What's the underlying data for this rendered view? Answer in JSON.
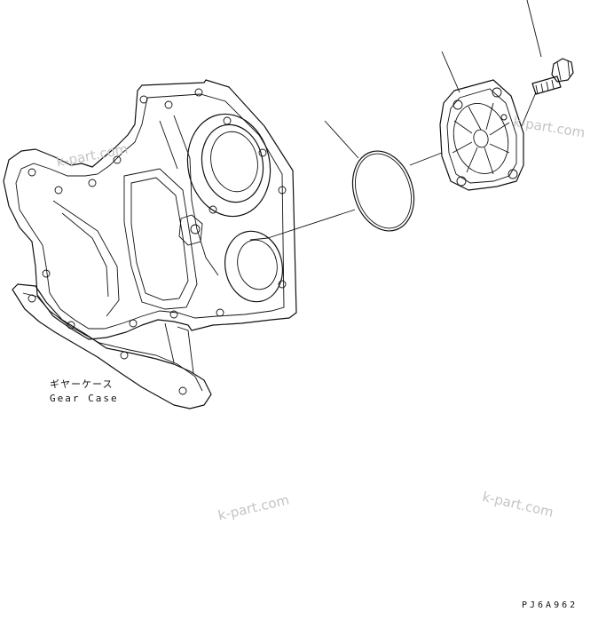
{
  "labels": {
    "gear_case_jp": "ギヤーケース",
    "gear_case_en": "Gear Case",
    "drawing_code": "PJ6A962"
  },
  "watermark": {
    "text": "k-part.com",
    "color": "#c4c4c4"
  },
  "colors": {
    "line": "#111111",
    "background": "#ffffff"
  }
}
